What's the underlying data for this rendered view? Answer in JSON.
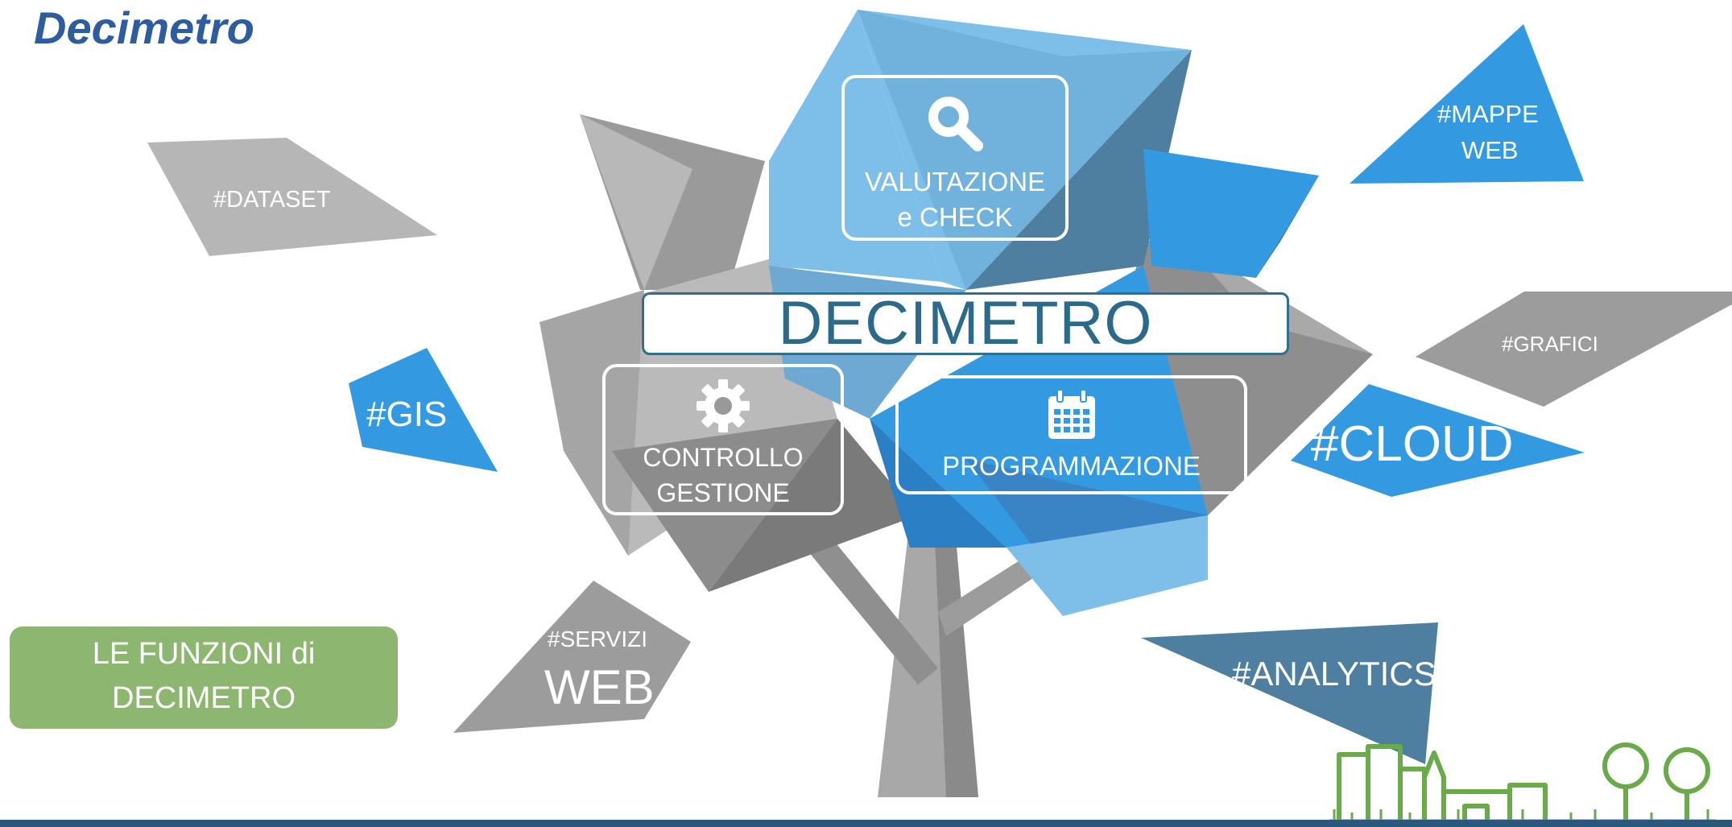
{
  "slide": {
    "title": "Decimetro"
  },
  "center": {
    "banner": "DECIMETRO",
    "valutazione": {
      "line1": "VALUTAZIONE",
      "line2": "e CHECK",
      "icon": "search-icon"
    },
    "controllo": {
      "line1": "CONTROLLO",
      "line2": "GESTIONE",
      "icon": "gear-icon"
    },
    "programmazione": {
      "label": "PROGRAMMAZIONE",
      "icon": "calendar-icon"
    }
  },
  "tags": {
    "dataset": "#DATASET",
    "gis": "#GIS",
    "servizi": "#SERVIZI",
    "web": "WEB",
    "mappe_line1": "#MAPPE",
    "mappe_line2": "WEB",
    "grafici": "#GRAFICI",
    "cloud": "#CLOUD",
    "analytics": "#ANALYTICS"
  },
  "callout": {
    "line1": "LE FUNZIONI di",
    "line2": "DECIMETRO"
  },
  "colors": {
    "blue_light": "#7dbfe8",
    "blue_mid": "#3399e0",
    "blue_dark": "#4e7fa0",
    "grey_light": "#b4b4b4",
    "grey_mid": "#999999",
    "grey_dark": "#808080",
    "green": "#8db670",
    "title": "#2e5d9f",
    "city_logo": "#6aaa4a"
  }
}
